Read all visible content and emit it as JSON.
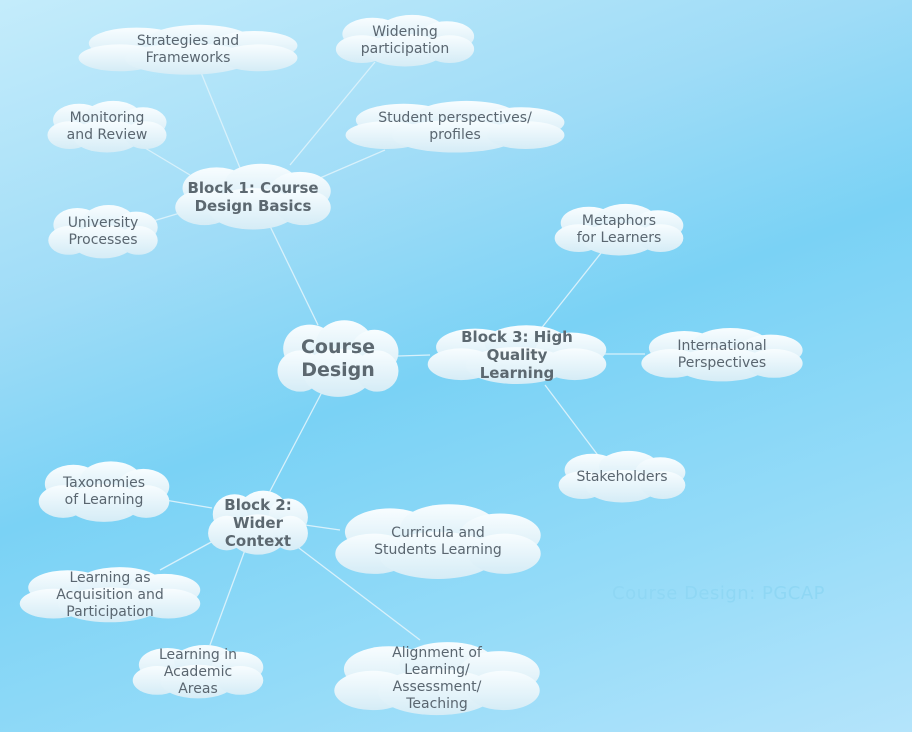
{
  "diagram": {
    "center": {
      "label": "Course\nDesign"
    },
    "block1": {
      "label": "Block 1: Course\nDesign Basics",
      "children": {
        "strategies": "Strategies and\nFrameworks",
        "widening": "Widening\nparticipation",
        "monitoring": "Monitoring\nand Review",
        "student_perspectives": "Student perspectives/\nprofiles",
        "university": "University\nProcesses"
      }
    },
    "block2": {
      "label": "Block 2:\nWider\nContext",
      "children": {
        "taxonomies": "Taxonomies\nof Learning",
        "curricula": "Curricula and\nStudents Learning",
        "acquisition": "Learning as\nAcquisition and\nParticipation",
        "academic_areas": "Learning in\nAcademic\nAreas",
        "alignment": "Alignment of\nLearning/\nAssessment/\nTeaching"
      }
    },
    "block3": {
      "label": "Block 3: High\nQuality\nLearning",
      "children": {
        "metaphors": "Metaphors\nfor Learners",
        "international": "International\nPerspectives",
        "stakeholders": "Stakeholders"
      }
    }
  },
  "watermark": "Course Design: PGCAP",
  "colors": {
    "background_top": "#c4ecfb",
    "background_mid": "#7ad2f5",
    "cloud_fill": "#e6f4fa",
    "connector": "#d8f1fb",
    "text": "#5a6670"
  }
}
